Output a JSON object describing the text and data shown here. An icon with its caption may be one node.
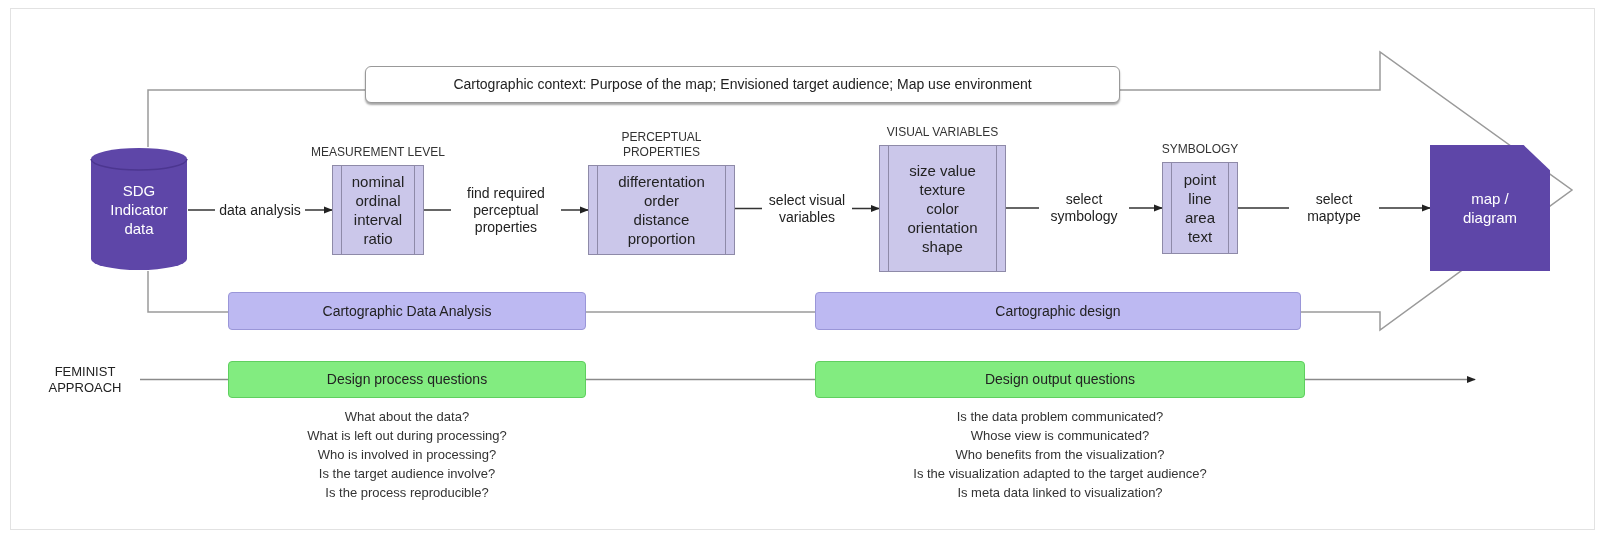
{
  "diagram": {
    "nodes": [
      {
        "text": [
          "SDG Indicator data"
        ]
      },
      {
        "text": [
          "Cartographic context: Purpose of the map; Envisioned target audience; Map use environment"
        ]
      },
      {
        "text": [
          "MEASUREMENT LEVEL",
          "nominal ordinal interval ratio"
        ]
      },
      {
        "text": [
          "PERCEPTUAL PROPERTIES",
          "differentation order distance proportion"
        ]
      },
      {
        "text": [
          "VISUAL VARIABLES",
          "size value texture color orientation shape"
        ]
      },
      {
        "text": [
          "SYMBOLOGY",
          "point line area text"
        ]
      },
      {
        "text": [
          "map / diagram"
        ]
      },
      {
        "text": [
          "Cartographic Data Analysis"
        ]
      },
      {
        "text": [
          "Cartographic design"
        ]
      },
      {
        "text": [
          "FEMINIST APPROACH"
        ]
      },
      {
        "text": [
          "Design process questions"
        ],
        "beside": [
          "What about the data?",
          "What is left out during processing?",
          "Who is involved in processing?",
          "Is the target audience involve?",
          "Is the process reproducible?"
        ]
      },
      {
        "text": [
          "Design output questions"
        ],
        "beside": [
          "Is the data problem communicated?",
          "Whose view is communicated?",
          "Who benefits from the visualization?",
          "Is the visualization adapted to the target audience?",
          "Is meta data linked to visualization?"
        ]
      }
    ],
    "edges": [
      {
        "from": 0,
        "to": 2,
        "arrow": "to",
        "label": "data analysis"
      },
      {
        "from": 2,
        "to": 3,
        "arrow": "to",
        "label": "find required perceptual properties"
      },
      {
        "from": 3,
        "to": 4,
        "arrow": "to",
        "label": "select visual variables"
      },
      {
        "from": 4,
        "to": 5,
        "arrow": "to",
        "label": "select symbology"
      },
      {
        "from": 5,
        "to": 6,
        "arrow": "to",
        "label": "select maptype"
      },
      {
        "from": 9,
        "to": 10,
        "arrow": "none"
      },
      {
        "from": 10,
        "to": 11,
        "arrow": "none"
      },
      {
        "from": 11,
        "to": null,
        "arrow": "to"
      }
    ]
  }
}
